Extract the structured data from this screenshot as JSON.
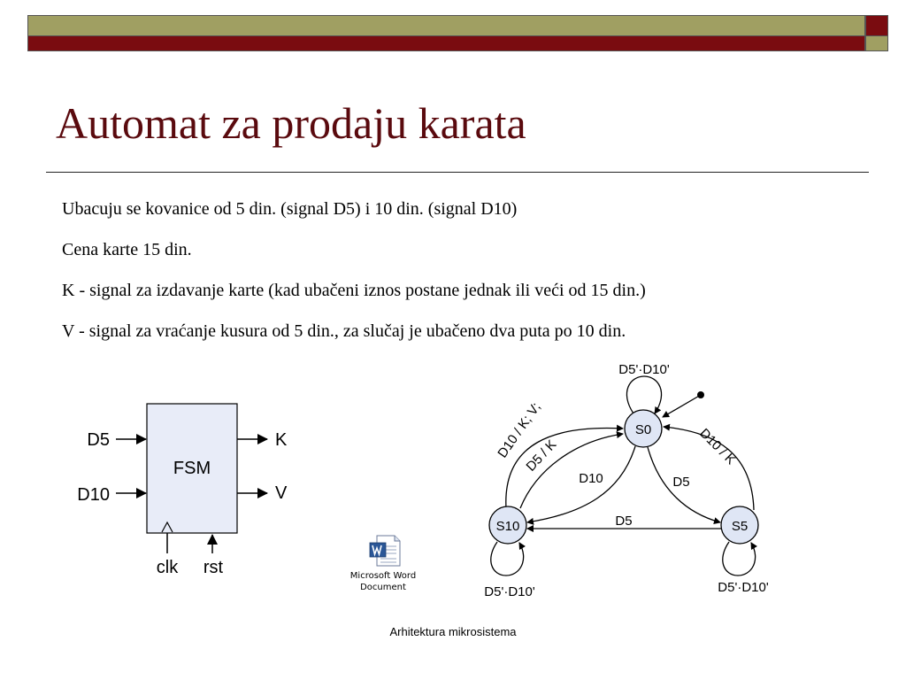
{
  "slide": {
    "title": "Automat za prodaju karata",
    "footer": "Arhitektura mikrosistema",
    "colors": {
      "accent_maroon": "#7a0c10",
      "accent_olive": "#a09f62",
      "title_color": "#5a0a0e",
      "fsm_box_fill": "#e8ecf8",
      "state_fill": "#dfe6f5"
    }
  },
  "bullets": [
    "Ubacuju se kovanice od 5 din. (signal D5) i 10 din. (signal D10)",
    "Cena karte 15 din.",
    "K - signal za izdavanje karte (kad ubačeni iznos postane jednak ili veći od 15 din.)",
    "V - signal za vraćanje kusura od 5 din., za slučaj je ubačeno dva puta po 10 din."
  ],
  "fsm_block": {
    "name": "FSM",
    "inputs": [
      "D5",
      "D10"
    ],
    "outputs": [
      "K",
      "V"
    ],
    "clock": "clk",
    "reset": "rst"
  },
  "state_diagram": {
    "states": [
      "S0",
      "S5",
      "S10"
    ],
    "labels": {
      "s0_self": "D5'·D10'",
      "s10_self": "D5'·D10'",
      "s5_self": "D5'·D10'",
      "s10_to_s0_outer": "D10 / K; V;",
      "s10_to_s0_inner": "D5 / K",
      "s5_to_s0": "D10 / K",
      "s0_to_s10": "D10",
      "s0_to_s5": "D5",
      "s5_to_s10": "D5"
    }
  },
  "embedded_object": {
    "icon": "word-document-icon",
    "caption_line1": "Microsoft Word",
    "caption_line2": "Document"
  }
}
